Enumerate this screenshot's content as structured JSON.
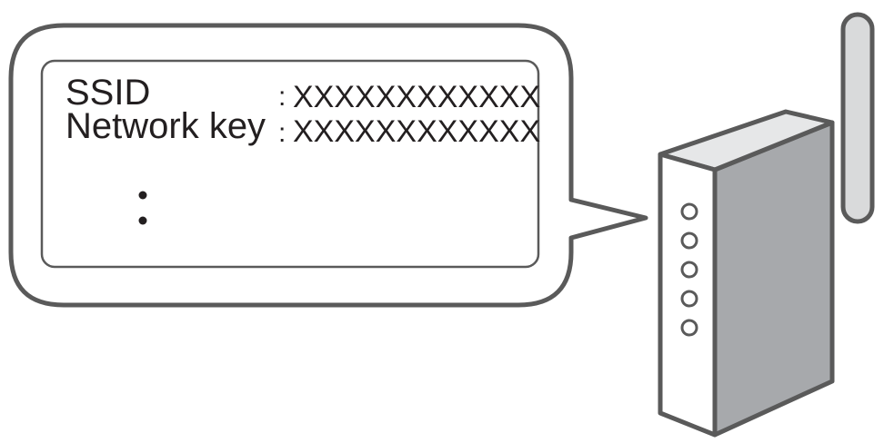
{
  "bubble": {
    "rows": [
      {
        "label": "SSID",
        "separator": ":",
        "value": "XXXXXXXXXXXX"
      },
      {
        "label": "Network key",
        "separator": ":",
        "value": "XXXXXXXXXXXX"
      }
    ],
    "continuation": "vertical-ellipsis"
  },
  "router": {
    "icon": "wireless-router-icon",
    "indicator_lights": 5
  },
  "colors": {
    "outline": "#5a5a5a",
    "text": "#231f20",
    "router_front": "#ffffff",
    "router_side": "#a7a9ac",
    "router_top": "#e6e7e8",
    "antenna": "#d9dadb"
  }
}
